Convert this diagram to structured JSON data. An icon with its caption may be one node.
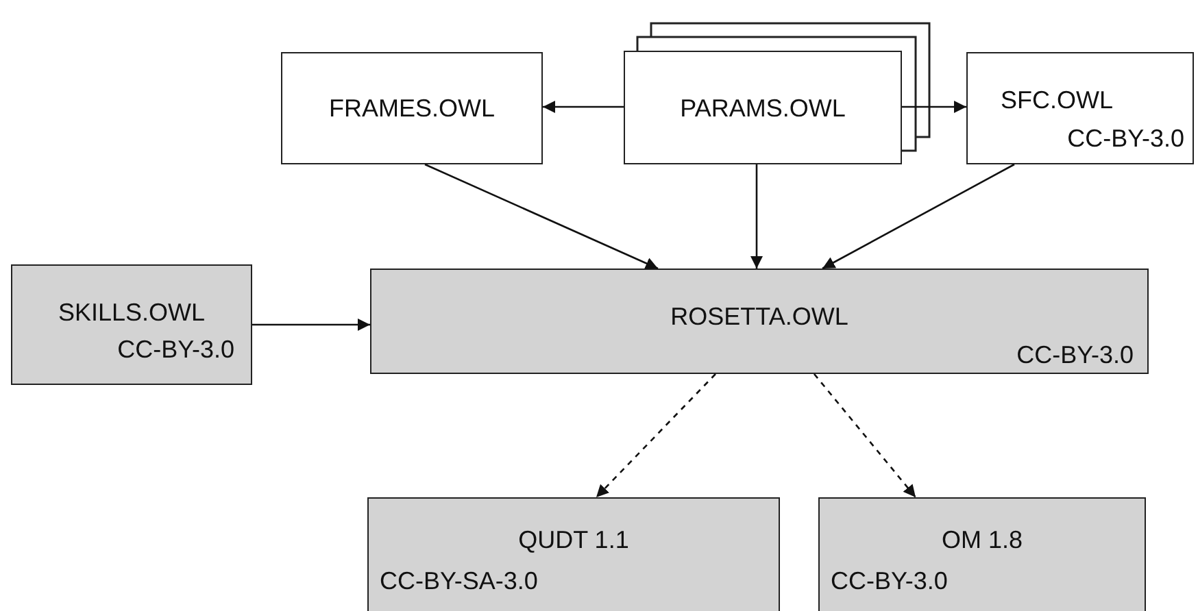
{
  "diagram": {
    "nodes": [
      {
        "text": [
          "FRAMES.OWL"
        ]
      },
      {
        "text": [
          "PARAMS.OWL"
        ]
      },
      {
        "text": [
          "SFC.OWL",
          "CC-BY-3.0"
        ]
      },
      {
        "text": [
          "SKILLS.OWL",
          "CC-BY-3.0"
        ]
      },
      {
        "text": [
          "ROSETTA.OWL",
          "CC-BY-3.0"
        ]
      },
      {
        "text": [
          "QUDT 1.1",
          "CC-BY-SA-3.0"
        ]
      },
      {
        "text": [
          "OM 1.8",
          "CC-BY-3.0"
        ]
      }
    ],
    "edges": [
      {
        "from": 1,
        "to": 0,
        "arrow": "to"
      },
      {
        "from": 1,
        "to": 2,
        "arrow": "to"
      },
      {
        "from": 0,
        "to": 4,
        "arrow": "to"
      },
      {
        "from": 1,
        "to": 4,
        "arrow": "to"
      },
      {
        "from": 2,
        "to": 4,
        "arrow": "to"
      },
      {
        "from": 3,
        "to": 4,
        "arrow": "to"
      },
      {
        "from": 4,
        "to": 5,
        "arrow": "to",
        "style": "dashed"
      },
      {
        "from": 4,
        "to": 6,
        "arrow": "to",
        "style": "dashed"
      }
    ]
  }
}
